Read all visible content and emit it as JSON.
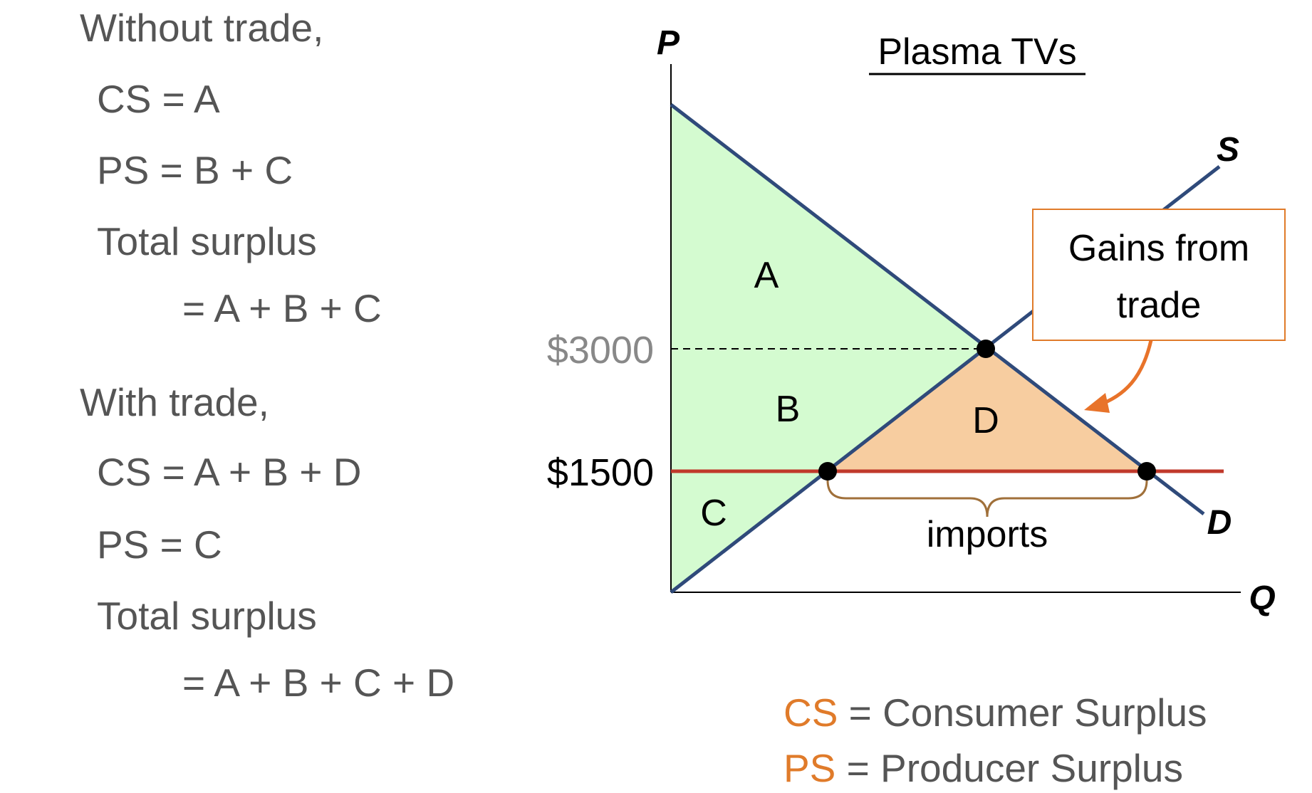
{
  "left_panel": {
    "without_heading": "Without trade,",
    "without_lines": [
      {
        "text": "CS = A",
        "indent": 1
      },
      {
        "text": "PS = B + C",
        "indent": 1
      },
      {
        "text": "Total surplus",
        "indent": 1
      },
      {
        "text": "= A + B + C",
        "indent": 2
      }
    ],
    "with_heading": "With trade,",
    "with_lines": [
      {
        "text": "CS = A + B + D",
        "indent": 1
      },
      {
        "text": "PS = C",
        "indent": 1
      },
      {
        "text": "Total surplus",
        "indent": 1
      },
      {
        "text": "= A + B + C + D",
        "indent": 2
      }
    ]
  },
  "diagram": {
    "title": "Plasma TVs",
    "y_axis_label": "P",
    "x_axis_label": "Q",
    "supply_label": "S",
    "demand_label": "D",
    "price_no_trade": "$3000",
    "price_world": "$1500",
    "region_labels": [
      "A",
      "B",
      "C",
      "D"
    ],
    "imports_label": "imports",
    "callout": {
      "line1": "Gains from",
      "line2": "trade"
    },
    "colors": {
      "curve": "#2f4a7a",
      "world_price_line": "#c0392b",
      "surplus_fill": "#d4fbd0",
      "gain_fill": "#f7cda0",
      "callout_border": "#e07b2a",
      "arrow": "#e8732a",
      "brace": "#a0703a"
    }
  },
  "legend": [
    {
      "abbr": "CS",
      "rest": " = Consumer Surplus"
    },
    {
      "abbr": "PS",
      "rest": " = Producer Surplus"
    }
  ]
}
